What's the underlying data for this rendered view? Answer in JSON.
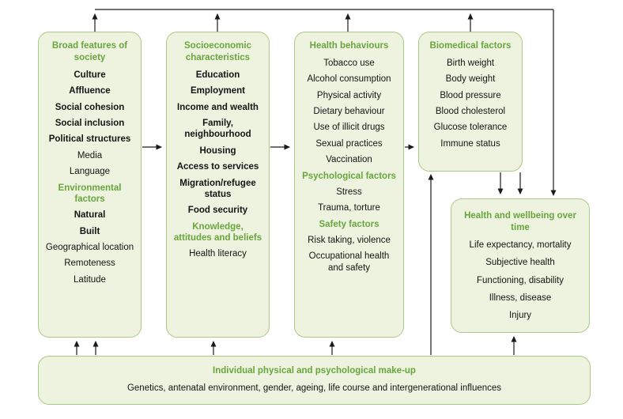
{
  "diagram": {
    "colors": {
      "box_fill": "#edf3df",
      "box_border": "#a9c983",
      "heading_green": "#69a53d",
      "text": "#141414",
      "arrow": "#1a1a1a",
      "background": "#ffffff"
    },
    "boxes": [
      {
        "id": "broad-features-of-society",
        "title": "Broad features of society",
        "items": [
          {
            "text": "Culture",
            "style": "bold"
          },
          {
            "text": "Affluence",
            "style": "bold"
          },
          {
            "text": "Social cohesion",
            "style": "bold"
          },
          {
            "text": "Social inclusion",
            "style": "bold"
          },
          {
            "text": "Political structures",
            "style": "bold"
          },
          {
            "text": "Media",
            "style": "regular"
          },
          {
            "text": "Language",
            "style": "regular"
          },
          {
            "text": "Environmental factors",
            "style": "subheading"
          },
          {
            "text": "Natural",
            "style": "bold"
          },
          {
            "text": "Built",
            "style": "bold"
          },
          {
            "text": "Geographical location",
            "style": "regular"
          },
          {
            "text": "Remoteness",
            "style": "regular"
          },
          {
            "text": "Latitude",
            "style": "regular"
          }
        ]
      },
      {
        "id": "socioeconomic-characteristics",
        "title": "Socioeconomic characteristics",
        "items": [
          {
            "text": "Education",
            "style": "bold"
          },
          {
            "text": "Employment",
            "style": "bold"
          },
          {
            "text": "Income and wealth",
            "style": "bold"
          },
          {
            "text": "Family, neighbourhood",
            "style": "bold"
          },
          {
            "text": "Housing",
            "style": "bold"
          },
          {
            "text": "Access to services",
            "style": "bold"
          },
          {
            "text": "Migration/refugee status",
            "style": "bold"
          },
          {
            "text": "Food security",
            "style": "bold"
          },
          {
            "text": "Knowledge, attitudes and beliefs",
            "style": "subheading"
          },
          {
            "text": "Health literacy",
            "style": "regular"
          }
        ]
      },
      {
        "id": "health-behaviours",
        "title": "Health behaviours",
        "items": [
          {
            "text": "Tobacco use",
            "style": "regular"
          },
          {
            "text": "Alcohol consumption",
            "style": "regular"
          },
          {
            "text": "Physical activity",
            "style": "regular"
          },
          {
            "text": "Dietary behaviour",
            "style": "regular"
          },
          {
            "text": "Use of illicit drugs",
            "style": "regular"
          },
          {
            "text": "Sexual practices",
            "style": "regular"
          },
          {
            "text": "Vaccination",
            "style": "regular"
          },
          {
            "text": "Psychological factors",
            "style": "subheading"
          },
          {
            "text": "Stress",
            "style": "regular"
          },
          {
            "text": "Trauma, torture",
            "style": "regular"
          },
          {
            "text": "Safety factors",
            "style": "subheading"
          },
          {
            "text": "Risk taking, violence",
            "style": "regular"
          },
          {
            "text": "Occupational health and safety",
            "style": "regular"
          }
        ]
      },
      {
        "id": "biomedical-factors",
        "title": "Biomedical factors",
        "items": [
          {
            "text": "Birth weight",
            "style": "regular"
          },
          {
            "text": "Body weight",
            "style": "regular"
          },
          {
            "text": "Blood pressure",
            "style": "regular"
          },
          {
            "text": "Blood cholesterol",
            "style": "regular"
          },
          {
            "text": "Glucose tolerance",
            "style": "regular"
          },
          {
            "text": "Immune status",
            "style": "regular"
          }
        ]
      },
      {
        "id": "health-and-wellbeing-over-time",
        "title": "Health and wellbeing over time",
        "items": [
          {
            "text": "Life expectancy, mortality",
            "style": "regular"
          },
          {
            "text": "Subjective health",
            "style": "regular"
          },
          {
            "text": "Functioning, disability",
            "style": "regular"
          },
          {
            "text": "Illness, disease",
            "style": "regular"
          },
          {
            "text": "Injury",
            "style": "regular"
          }
        ]
      }
    ],
    "bottom_box": {
      "id": "individual-makeup",
      "title": "Individual physical and psychological make-up",
      "subtitle": "Genetics, antenatal environment, gender, ageing, life course and intergenerational influences"
    }
  }
}
